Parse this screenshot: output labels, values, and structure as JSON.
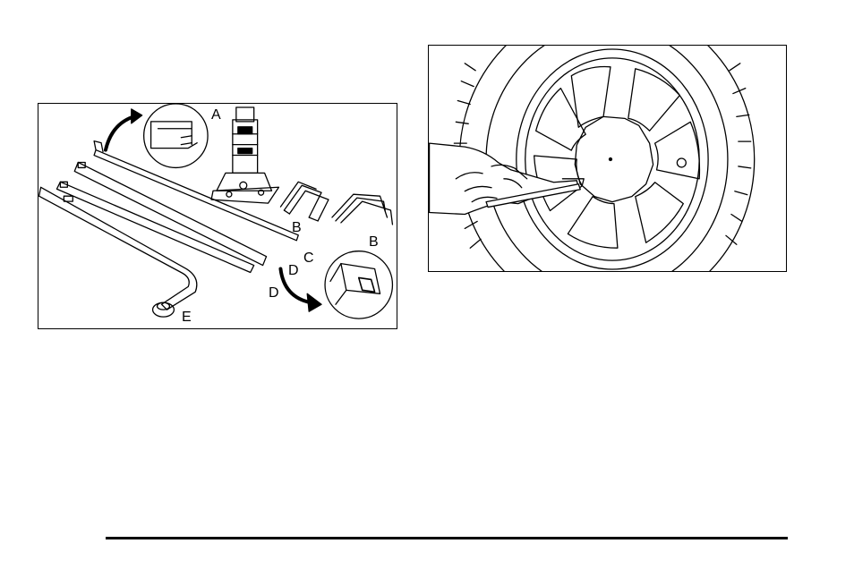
{
  "figure_tools": {
    "labels": {
      "a": "A",
      "b1": "B",
      "b2": "B",
      "c": "C",
      "d1": "D",
      "d2": "D",
      "e": "E"
    }
  },
  "figure_wheel": {},
  "colors": {
    "line": "#000000",
    "background": "#ffffff"
  }
}
